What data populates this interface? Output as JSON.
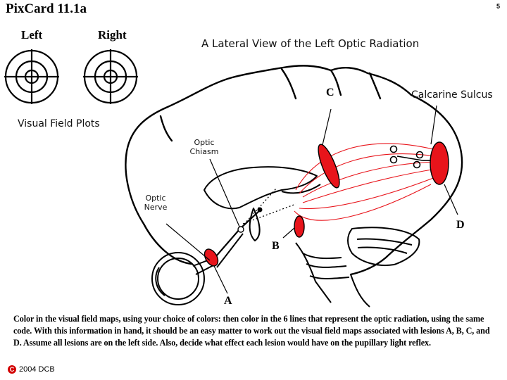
{
  "card_title": "PixCard 11.1a",
  "page_number": "5",
  "diagram_title": "A Lateral View of the Left Optic Radiation",
  "field_maps": {
    "left_label": "Left",
    "right_label": "Right",
    "caption": "Visual Field Plots"
  },
  "labels": {
    "optic_chiasm": "Optic Chiasm",
    "optic_nerve": "Optic Nerve",
    "calcarine_sulcus": "Calcarine Sulcus"
  },
  "lesions": {
    "a": "A",
    "b": "B",
    "c": "C",
    "d": "D"
  },
  "instructions": "Color in the visual field maps, using your choice of colors: then color in the 6 lines that represent the optic radiation, using the same code. With this information in hand, it should be an easy matter to work out the visual field maps associated with lesions A, B, C, and D. Assume all lesions are on the left side. Also, decide what effect each lesion would have on the pupillary light reflex.",
  "footer": {
    "copyright_symbol": "C",
    "text": "2004 DCB"
  },
  "colors": {
    "lesion": "#e8141b",
    "radiation": "#e8141b",
    "outline": "#000000",
    "copyright_icon": "#d20000"
  }
}
